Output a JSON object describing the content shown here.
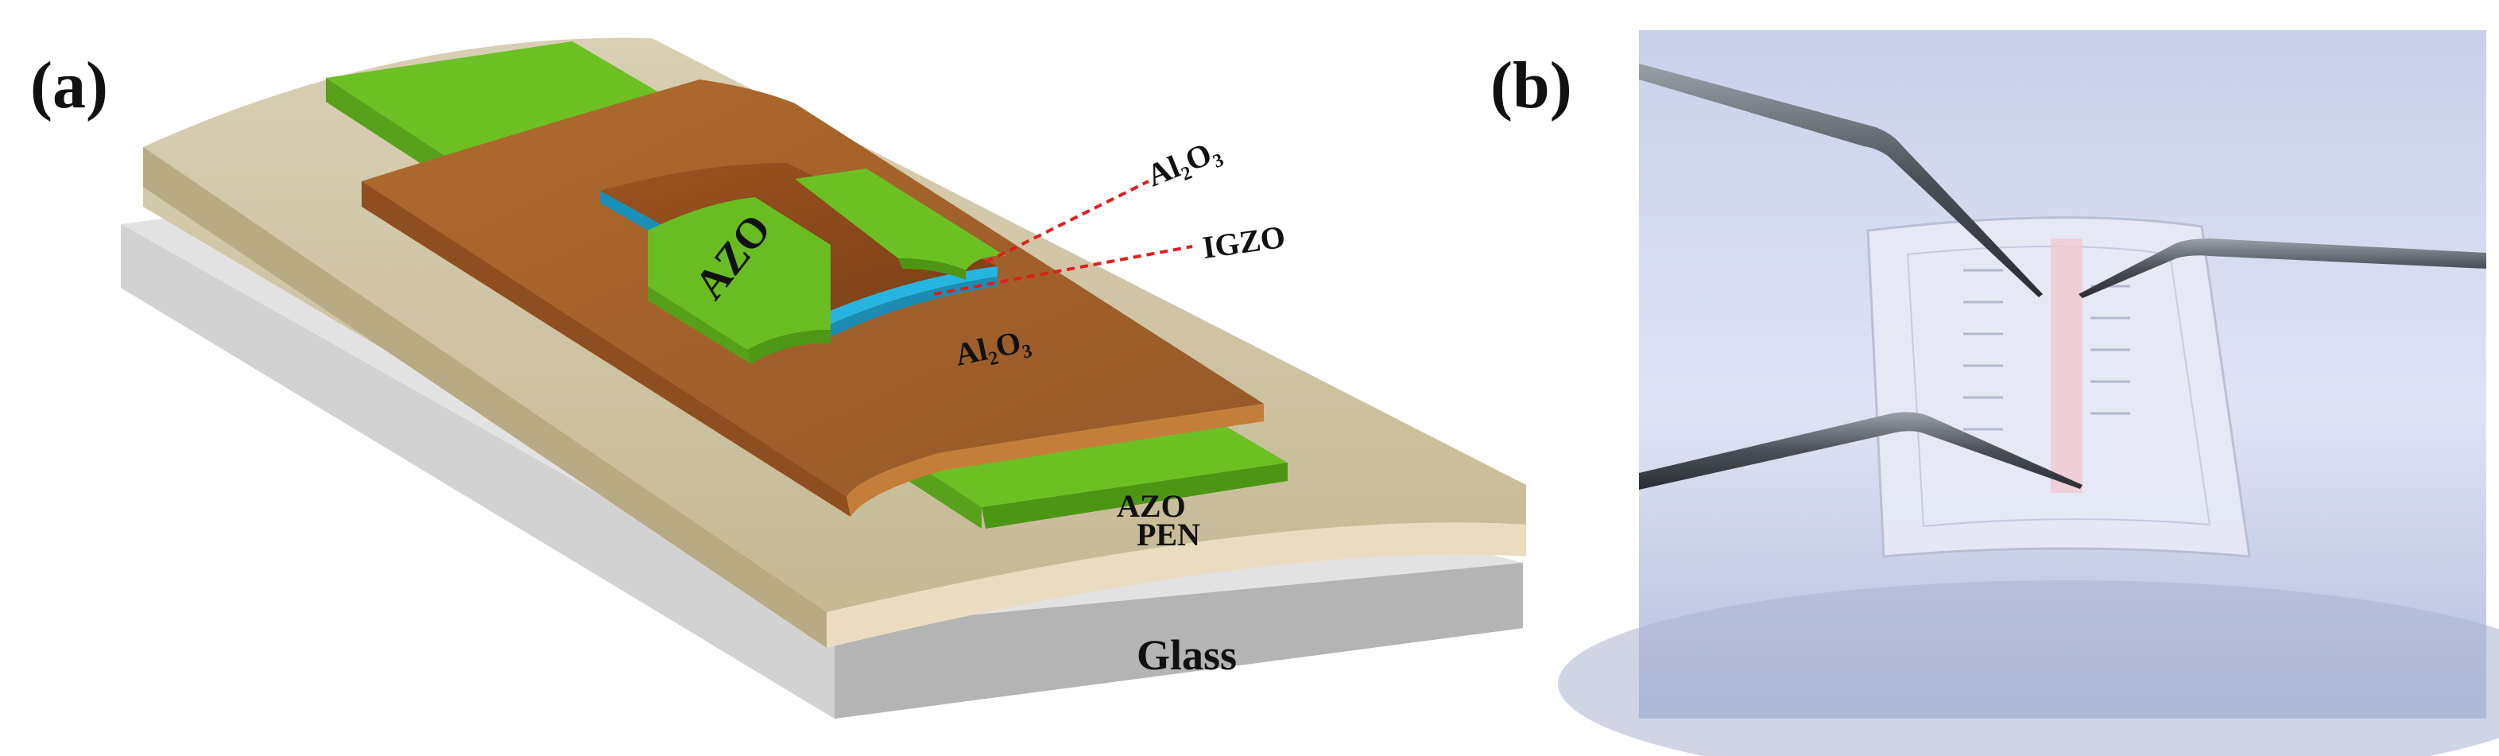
{
  "panel_a": {
    "label": "(a)",
    "layers": {
      "gate_dielectric": "Al₂O₃",
      "passivation": "Al₂O₃",
      "channel": "IGZO",
      "source_drain_electrode": "AZO",
      "gate_electrode": "AZO",
      "substrate": "PEN",
      "carrier": "Glass"
    },
    "colors": {
      "glass": "#d9d9d9",
      "pen": "#cbbf9f",
      "azo": "#62b51f",
      "al2o3": "#a8662e",
      "igzo": "#1fa9d6",
      "leader_line": "#e11d1d"
    }
  },
  "panel_b": {
    "label": "(b)",
    "photo_description_icon": "probe-station-photo"
  }
}
